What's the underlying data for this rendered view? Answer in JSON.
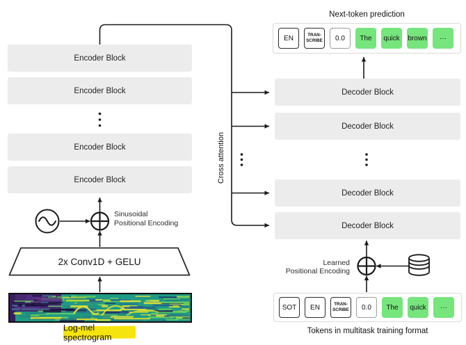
{
  "colors": {
    "block_fill": "#ececec",
    "token_green": "#75e57c",
    "highlight_yellow": "#f6e40e",
    "line": "#1a1a1a"
  },
  "output_row": {
    "title": "Next-token prediction",
    "tokens": [
      {
        "label": "EN",
        "style": "solid"
      },
      {
        "label": "TRAN- SCRIBE",
        "style": "solid-small"
      },
      {
        "label": "0.0",
        "style": "dotted"
      },
      {
        "label": "The",
        "style": "green"
      },
      {
        "label": "quick",
        "style": "green"
      },
      {
        "label": "brown",
        "style": "green"
      },
      {
        "label": "···",
        "style": "green"
      }
    ]
  },
  "input_row": {
    "caption": "Tokens in multitask training format",
    "tokens": [
      {
        "label": "SOT",
        "style": "solid"
      },
      {
        "label": "EN",
        "style": "solid"
      },
      {
        "label": "TRAN- SCRIBE",
        "style": "solid-small"
      },
      {
        "label": "0.0",
        "style": "dotted"
      },
      {
        "label": "The",
        "style": "green"
      },
      {
        "label": "quick",
        "style": "green"
      },
      {
        "label": "···",
        "style": "green"
      }
    ]
  },
  "encoder": {
    "blocks": [
      "Encoder Block",
      "Encoder Block",
      "Encoder Block",
      "Encoder Block"
    ]
  },
  "decoder": {
    "blocks": [
      "Decoder Block",
      "Decoder Block",
      "Decoder Block",
      "Decoder Block"
    ]
  },
  "labels": {
    "cross_attention": "Cross attention",
    "sinusoidal_line1": "Sinusoidal",
    "sinusoidal_line2": "Positional Encoding",
    "learned_line1": "Learned",
    "learned_line2": "Positional Encoding",
    "conv": "2x Conv1D + GELU",
    "spectrogram": "Log-mel spectrogram"
  },
  "icons": {
    "sine_icon": "sine-wave-in-circle",
    "plus_icon": "plus-in-circle (⊕)",
    "database_icon": "database-cylinder",
    "vertical_dots": "⋮"
  }
}
